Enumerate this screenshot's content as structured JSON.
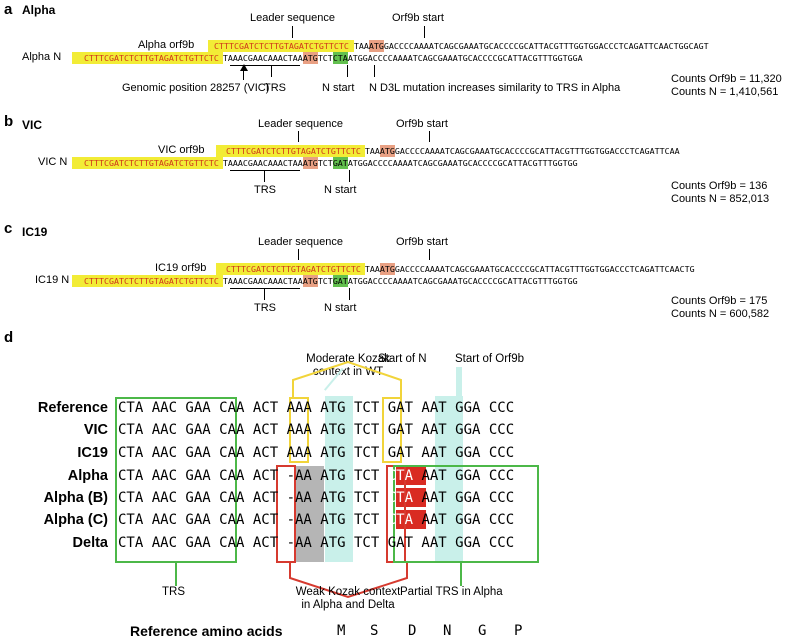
{
  "panel_a": {
    "letter": "a",
    "title": "Alpha",
    "leader_label": "Leader sequence",
    "orf9b_start_label": "Orf9b start",
    "row1_label": "Alpha orf9b",
    "row1_leader": "CTTTCGATCTCTTGTAGATCTGTTCTC",
    "row1_mid": "TAA",
    "row1_atg": "ATG",
    "row1_tail": "GACCCCAAAATCAGCGAAATGCACCCCGCATTACGTTTGGTGGACCCTCAGATTCAACTGGCAGT",
    "row2_label": "Alpha N",
    "row2_leader": "CTTTCGATCTCTTGTAGATCTGTTCTC",
    "row2_a": "TAAACGAACAAACTAA",
    "row2_atg": "ATG",
    "row2_b": "TCT",
    "row2_cta": "CTA",
    "row2_c": "ATGGACCCCAAAATCAGCGAAATGCACCCCGCATTACGTTTGGTGGA",
    "genomic_label": "Genomic position 28257 (VIC)",
    "trs_label": "TRS",
    "nstart_label": "N start",
    "mutation_label": "N D3L mutation increases similarity to TRS in Alpha",
    "counts_orf9b": "Counts Orf9b = 11,320",
    "counts_n": "Counts N = 1,410,561"
  },
  "panel_b": {
    "letter": "b",
    "title": "VIC",
    "leader_label": "Leader sequence",
    "orf9b_start_label": "Orf9b start",
    "row1_label": "VIC orf9b",
    "row1_leader": "CTTTCGATCTCTTGTAGATCTGTTCTC",
    "row1_mid": "TAA",
    "row1_atg": "ATG",
    "row1_tail": "GACCCCAAAATCAGCGAAATGCACCCCGCATTACGTTTGGTGGACCCTCAGATTCAA",
    "row2_label": "VIC N",
    "row2_leader": "CTTTCGATCTCTTGTAGATCTGTTCTC",
    "row2_a": "TAAACGAACAAACTAA",
    "row2_atg": "ATG",
    "row2_b": "TCT",
    "row2_gat": "GAT",
    "row2_c": "ATGGACCCCAAAATCAGCGAAATGCACCCCGCATTACGTTTGGTGG",
    "trs_label": "TRS",
    "nstart_label": "N start",
    "counts_orf9b": "Counts Orf9b = 136",
    "counts_n": "Counts N = 852,013"
  },
  "panel_c": {
    "letter": "c",
    "title": "IC19",
    "leader_label": "Leader sequence",
    "orf9b_start_label": "Orf9b start",
    "row1_label": "IC19 orf9b",
    "row1_leader": "CTTTCGATCTCTTGTAGATCTGTTCTC",
    "row1_mid": "TAA",
    "row1_atg": "ATG",
    "row1_tail": "GACCCCAAAATCAGCGAAATGCACCCCGCATTACGTTTGGTGGACCCTCAGATTCAACTG",
    "row2_label": "IC19 N",
    "row2_leader": "CTTTCGATCTCTTGTAGATCTGTTCTC",
    "row2_a": "TAAACGAACAAACTAA",
    "row2_atg": "ATG",
    "row2_b": "TCT",
    "row2_gat": "GAT",
    "row2_c": "ATGGACCCCAAAATCAGCGAAATGCACCCCGCATTACGTTTGGTGG",
    "trs_label": "TRS",
    "nstart_label": "N start",
    "counts_orf9b": "Counts Orf9b = 175",
    "counts_n": "Counts N = 600,582"
  },
  "panel_d": {
    "letter": "d",
    "kozak_wt_label": "Moderate Kozak\ncontext in WT",
    "start_n_label": "Start of N",
    "start_orf9b_label": "Start of Orf9b",
    "trs_label": "TRS",
    "weak_kozak_label": "Weak Kozak context\nin Alpha and Delta",
    "partial_trs_label": "Partial TRS in Alpha",
    "aa_title": "Reference amino acids",
    "amino_acids": [
      "M",
      "S",
      "D",
      "N",
      "G",
      "P"
    ],
    "rows": [
      {
        "label": "Reference",
        "seq": "CTA AAC GAA CAA ACT AAA ATG TCT GAT AAT GGA CCC"
      },
      {
        "label": "VIC",
        "seq": "CTA AAC GAA CAA ACT AAA ATG TCT GAT AAT GGA CCC"
      },
      {
        "label": "IC19",
        "seq": "CTA AAC GAA CAA ACT AAA ATG TCT GAT AAT GGA CCC"
      },
      {
        "label": "Alpha",
        "seq": "CTA AAC GAA CAA ACT -AA ATG TCT CTA AAT GGA CCC"
      },
      {
        "label": "Alpha (B)",
        "seq": "CTA AAC GAA CAA ACT -AA ATG TCT CTA AAT GGA CCC"
      },
      {
        "label": "Alpha (C)",
        "seq": "CTA AAC GAA CAA ACT -AA ATG TCT CTA AAT GGA CCC"
      },
      {
        "label": "Delta",
        "seq": "CTA AAC GAA CAA ACT -AA ATG TCT GAT AAT GGA CCC"
      }
    ],
    "colors": {
      "trs_box": "#4cb848",
      "kozak_wt": "#f1d43a",
      "weak_kozak": "#d63a2f",
      "start_shade": "#c9f0ea",
      "deletion_shade": "#b5b5b5",
      "mutation_fill": "#d92b22"
    }
  }
}
